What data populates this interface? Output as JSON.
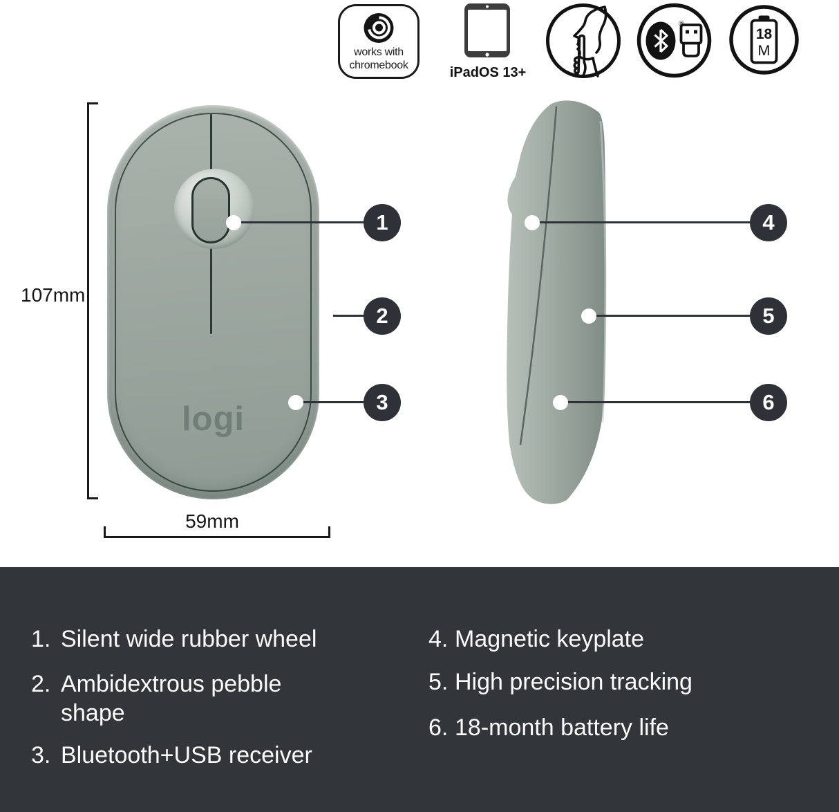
{
  "colors": {
    "mouse_body": "#9aa59e",
    "callout_dark": "#2e3137",
    "panel_bg": "#323539",
    "logo_gray": "#6f7e78"
  },
  "top_badges": {
    "chromebook": {
      "line1": "works with",
      "line2": "chromebook"
    },
    "ipados": {
      "label": "iPadOS 13+"
    },
    "bluetooth_usb": {
      "registered_mark": "®"
    },
    "battery": {
      "value": "18",
      "unit": "M"
    }
  },
  "dimensions": {
    "height_label": "107mm",
    "width_label": "59mm"
  },
  "mouse": {
    "logo_text": "logi"
  },
  "callouts": [
    {
      "num": "1"
    },
    {
      "num": "2"
    },
    {
      "num": "3"
    },
    {
      "num": "4"
    },
    {
      "num": "5"
    },
    {
      "num": "6"
    }
  ],
  "features": {
    "left": [
      {
        "num": "1.",
        "text": "Silent wide rubber wheel"
      },
      {
        "num": "2.",
        "text": "Ambidextrous pebble\nshape"
      },
      {
        "num": "3.",
        "text": "Bluetooth+USB receiver"
      }
    ],
    "right": [
      {
        "num": "4.",
        "text": "Magnetic keyplate"
      },
      {
        "num": "5.",
        "text": "High precision tracking"
      },
      {
        "num": "6.",
        "text": "18-month battery life"
      }
    ]
  }
}
